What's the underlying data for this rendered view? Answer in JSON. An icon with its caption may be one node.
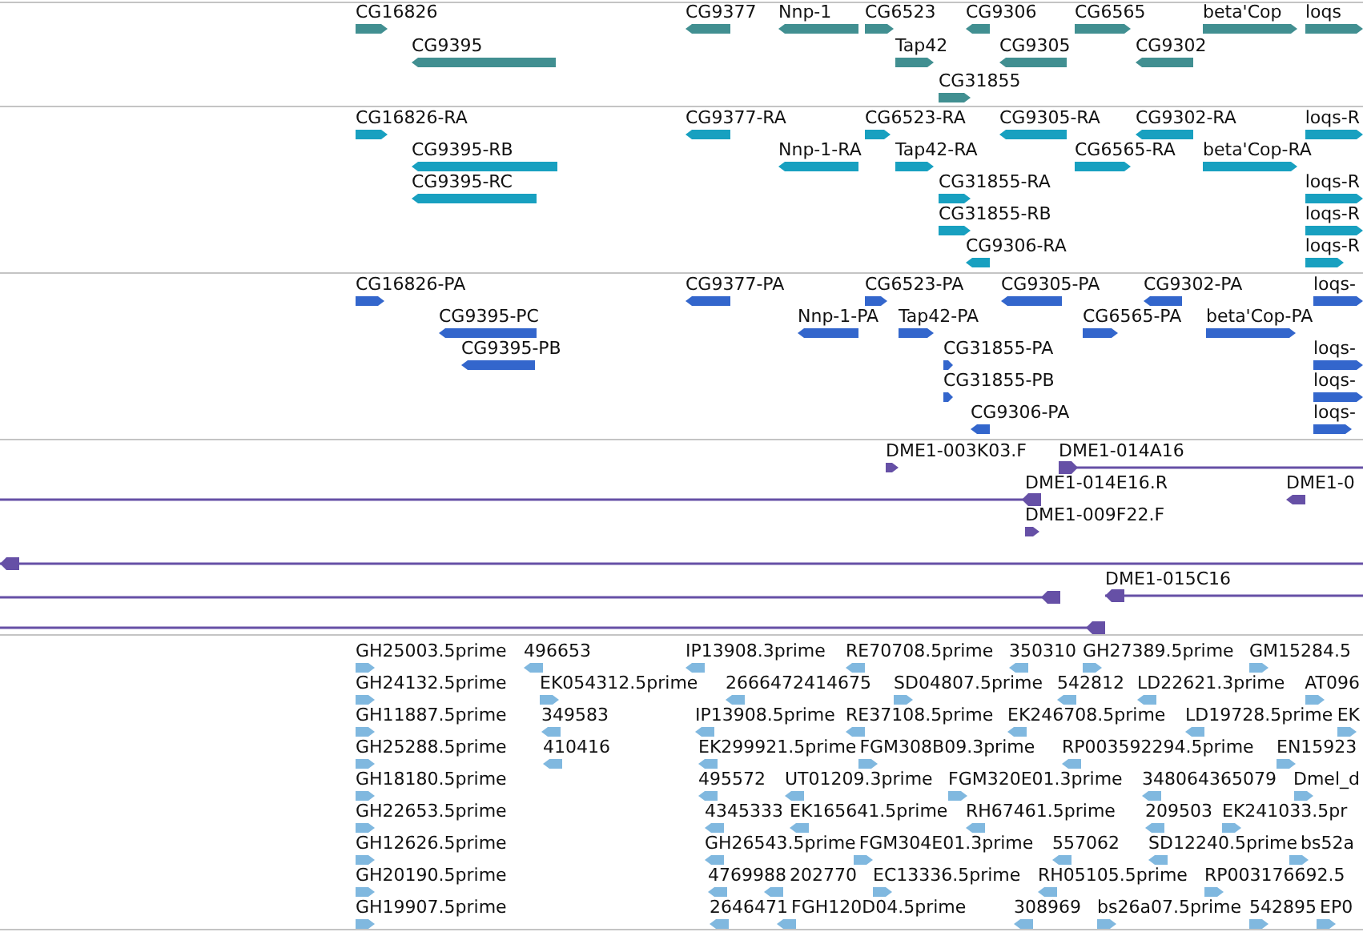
{
  "diagram": {
    "labels": [
      "CG16826",
      "CG9377",
      "Nnp-1",
      "CG6523",
      "CG9306",
      "CG6565",
      "beta'Cop",
      "loqs",
      "CG9395",
      "Tap42",
      "CG9305",
      "CG9302",
      "CG31855",
      "CG16826-RA",
      "CG9377-RA",
      "CG6523-RA",
      "CG9305-RA",
      "CG9302-RA",
      "loqs-R",
      "CG9395-RB",
      "Nnp-1-RA",
      "Tap42-RA",
      "CG6565-RA",
      "beta'Cop-RA",
      "CG9395-RC",
      "CG31855-RA",
      "loqs-R",
      "CG31855-RB",
      "loqs-R",
      "CG9306-RA",
      "loqs-R",
      "CG16826-PA",
      "CG9377-PA",
      "CG6523-PA",
      "CG9305-PA",
      "CG9302-PA",
      "loqs-",
      "CG9395-PC",
      "Nnp-1-PA",
      "Tap42-PA",
      "CG6565-PA",
      "beta'Cop-PA",
      "CG9395-PB",
      "CG31855-PA",
      "loqs-",
      "CG31855-PB",
      "loqs-",
      "CG9306-PA",
      "loqs-",
      "DME1-003K03.F",
      "DME1-014A16",
      "DME1-014E16.R",
      "DME1-0",
      "DME1-009F22.F",
      "DME1-015C16",
      "GH25003.5prime",
      "496653",
      "IP13908.3prime",
      "RE70708.5prime",
      "350310",
      "GH27389.5prime",
      "GM15284.5",
      "GH24132.5prime",
      "EK054312.5prime",
      "2666472414675",
      "SD04807.5prime",
      "542812",
      "LD22621.3prime",
      "AT096",
      "GH11887.5prime",
      "349583",
      "IP13908.5prime",
      "RE37108.5prime",
      "EK246708.5prime",
      "LD19728.5prime",
      "EK",
      "GH25288.5prime",
      "410416",
      "EK299921.5prime",
      "FGM308B09.3prime",
      "RP003592294.5prime",
      "EN15923",
      "GH18180.5prime",
      "495572",
      "UT01209.3prime",
      "FGM320E01.3prime",
      "348064365079",
      "Dmel_d",
      "GH22653.5prime",
      "4345333",
      "EK165641.5prime",
      "RH67461.5prime",
      "209503",
      "EK241033.5pr",
      "GH12626.5prime",
      "GH26543.5prime",
      "FGM304E01.3prime",
      "557062",
      "SD12240.5prime",
      "bs52a",
      "GH20190.5prime",
      "4769988",
      "202770",
      "EC13336.5prime",
      "RH05105.5prime",
      "RP003176692.5",
      "GH19907.5prime",
      "2646471",
      "FGH120D04.5prime",
      "308969",
      "bs26a07.5prime",
      "542895",
      "EP0"
    ]
  }
}
